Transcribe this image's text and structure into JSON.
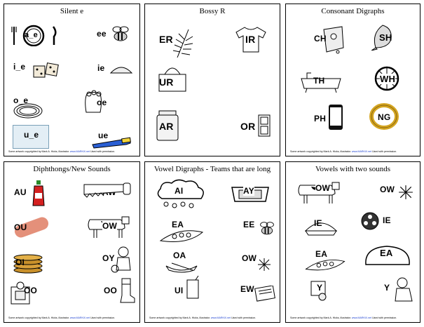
{
  "cards": [
    {
      "title": "Silent e",
      "labels": [
        "a_e",
        "ee",
        "i_e",
        "ie",
        "o_e",
        "oe",
        "u_e",
        "ue"
      ],
      "footer": {
        "text": "Some artwork copyrighted by Mark A. Hicks, illustrator.",
        "link": "www.MARKiX.net",
        "tail": "Used with permission."
      }
    },
    {
      "title": "Bossy R",
      "labels": [
        "ER",
        "IR",
        "UR",
        "AR",
        "OR"
      ]
    },
    {
      "title": "Consonant Digraphs",
      "labels": [
        "CH",
        "SH",
        "TH",
        "WH",
        "PH",
        "NG"
      ],
      "footer": {
        "text": "Some artwork copyrighted by Mark A. Hicks, illustrator.",
        "link": "www.MARKiX.net",
        "tail": "Used with permission."
      }
    },
    {
      "title": "Diphthongs/New Sounds",
      "labels": [
        "AU",
        "AW",
        "OU",
        "OW",
        "OI",
        "OY",
        "OO",
        "OO"
      ],
      "footer": {
        "text": "Some artwork copyrighted by Mark A. Hicks, illustrator.",
        "link": "www.MARKiX.net",
        "tail": "Used with permission."
      }
    },
    {
      "title": "Vowel Digraphs - Teams that are long",
      "labels": [
        "AI",
        "AY",
        "EA",
        "EE",
        "OA",
        "OW",
        "UI",
        "EW"
      ],
      "footer": {
        "text": "Some artwork copyrighted by Mark A. Hicks, illustrator.",
        "link": "www.MARKiX.net",
        "tail": "Used with permission."
      }
    },
    {
      "title": "Vowels with two sounds",
      "labels": [
        "OW",
        "OW",
        "IE",
        "IE",
        "EA",
        "EA",
        "Y",
        "Y"
      ],
      "footer": {
        "text": "Some artwork copyrighted by Mark A. Hicks, illustrator.",
        "link": "www.MARKiX.net",
        "tail": "Used with permission."
      }
    }
  ]
}
